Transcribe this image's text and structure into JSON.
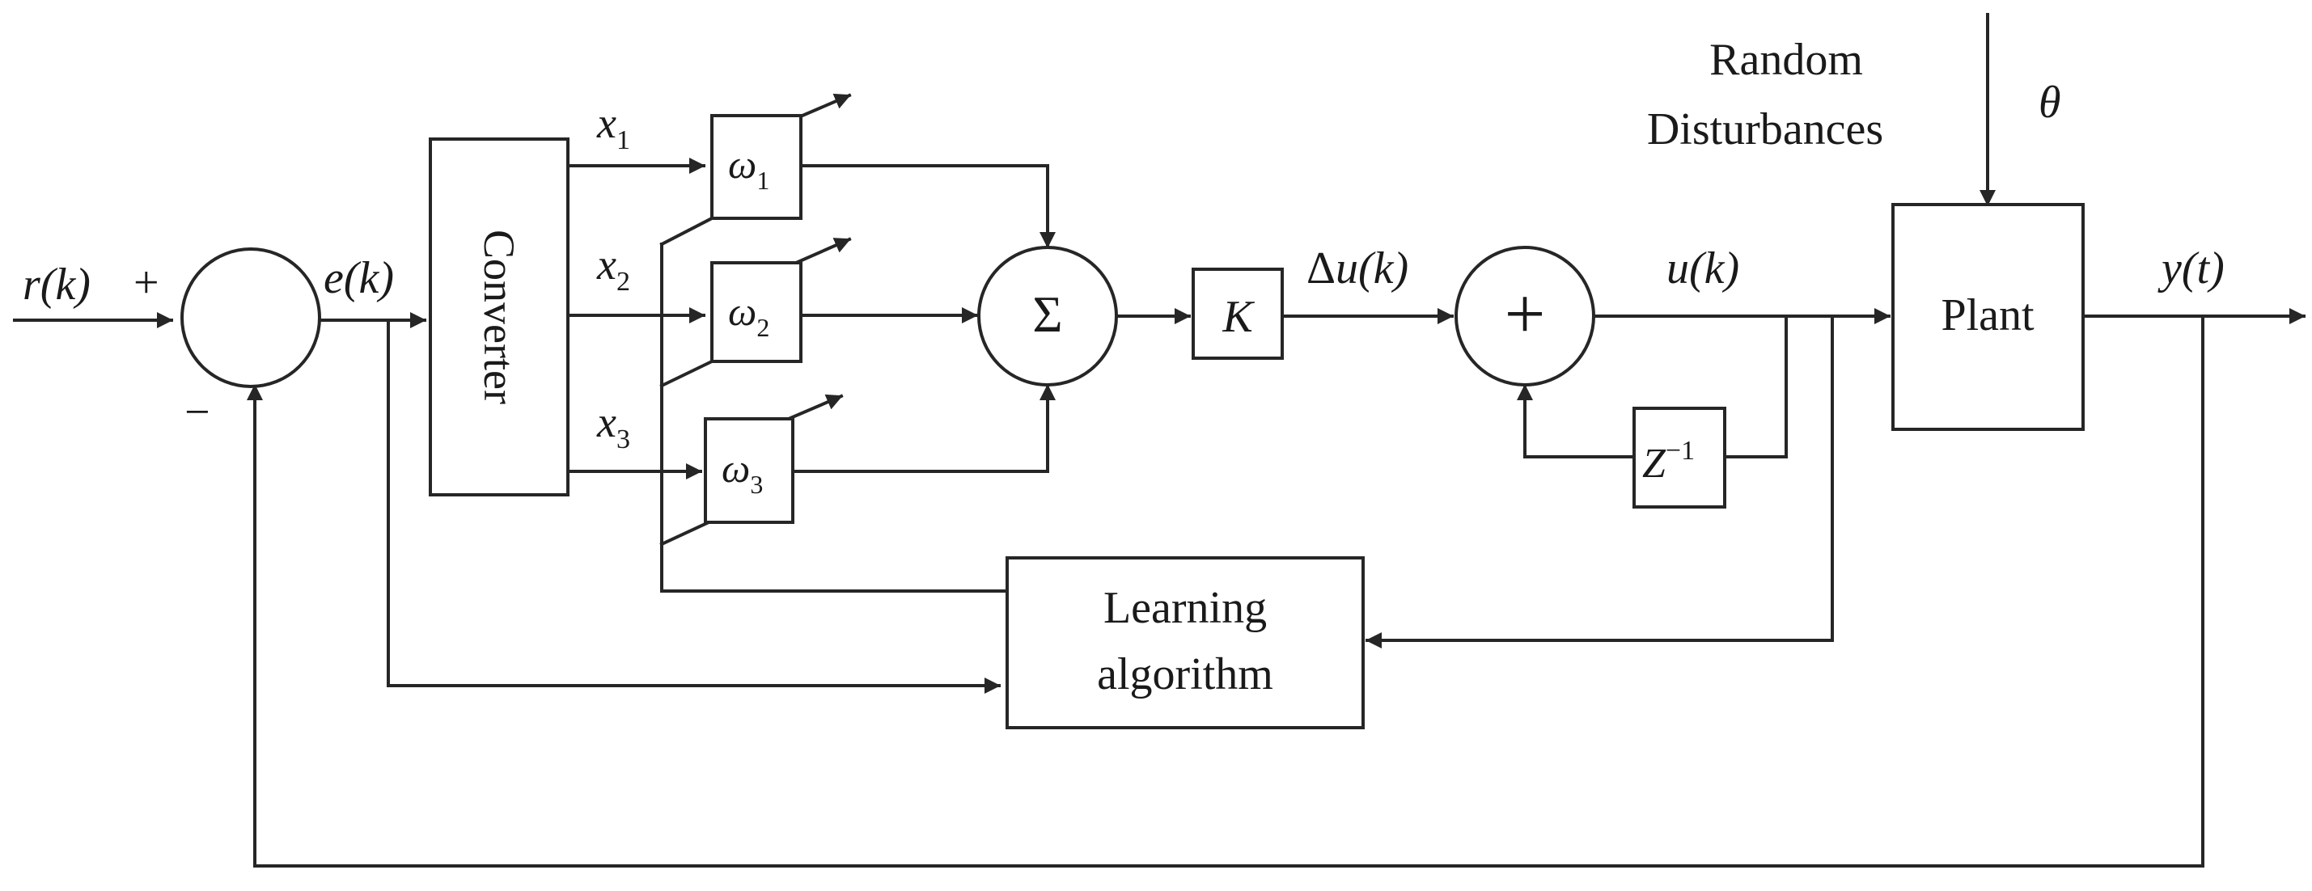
{
  "inputs": {
    "r_label": "r(k)",
    "plus_sign": "+",
    "minus_sign": "−"
  },
  "error": {
    "label": "e(k)"
  },
  "converter": {
    "label": "Converter"
  },
  "weights": [
    {
      "input": "x",
      "input_sub": "1",
      "weight": "ω",
      "weight_sub": "1"
    },
    {
      "input": "x",
      "input_sub": "2",
      "weight": "ω",
      "weight_sub": "2"
    },
    {
      "input": "x",
      "input_sub": "3",
      "weight": "ω",
      "weight_sub": "3"
    }
  ],
  "summation": {
    "symbol": "Σ"
  },
  "gain": {
    "label": "K"
  },
  "delta_u": {
    "delta": "Δ",
    "label": "u(k)"
  },
  "adder": {
    "symbol": "+"
  },
  "control": {
    "label": "u(k)"
  },
  "delay": {
    "label": "Z",
    "exponent": "−1"
  },
  "plant": {
    "label": "Plant"
  },
  "disturbance": {
    "line1": "Random",
    "line2": "Disturbances",
    "symbol": "θ"
  },
  "output": {
    "label": "y(t)"
  },
  "learning": {
    "line1": "Learning",
    "line2": "algorithm"
  }
}
